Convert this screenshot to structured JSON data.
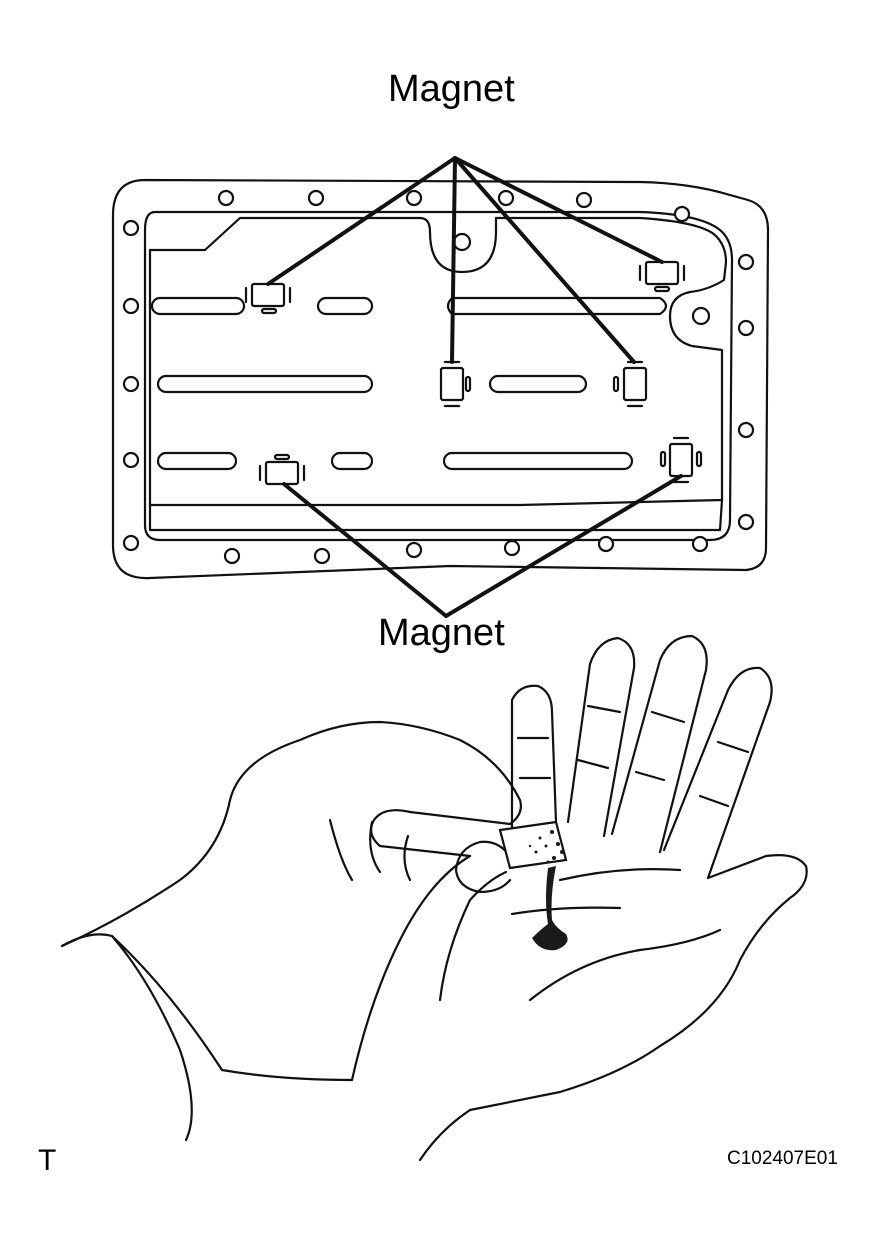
{
  "labels": {
    "magnet_top": "Magnet",
    "magnet_bottom": "Magnet",
    "corner_mark": "T",
    "figure_code": "C102407E01"
  },
  "colors": {
    "line": "#111111",
    "background": "#ffffff",
    "debris": "#1a1a1a"
  }
}
